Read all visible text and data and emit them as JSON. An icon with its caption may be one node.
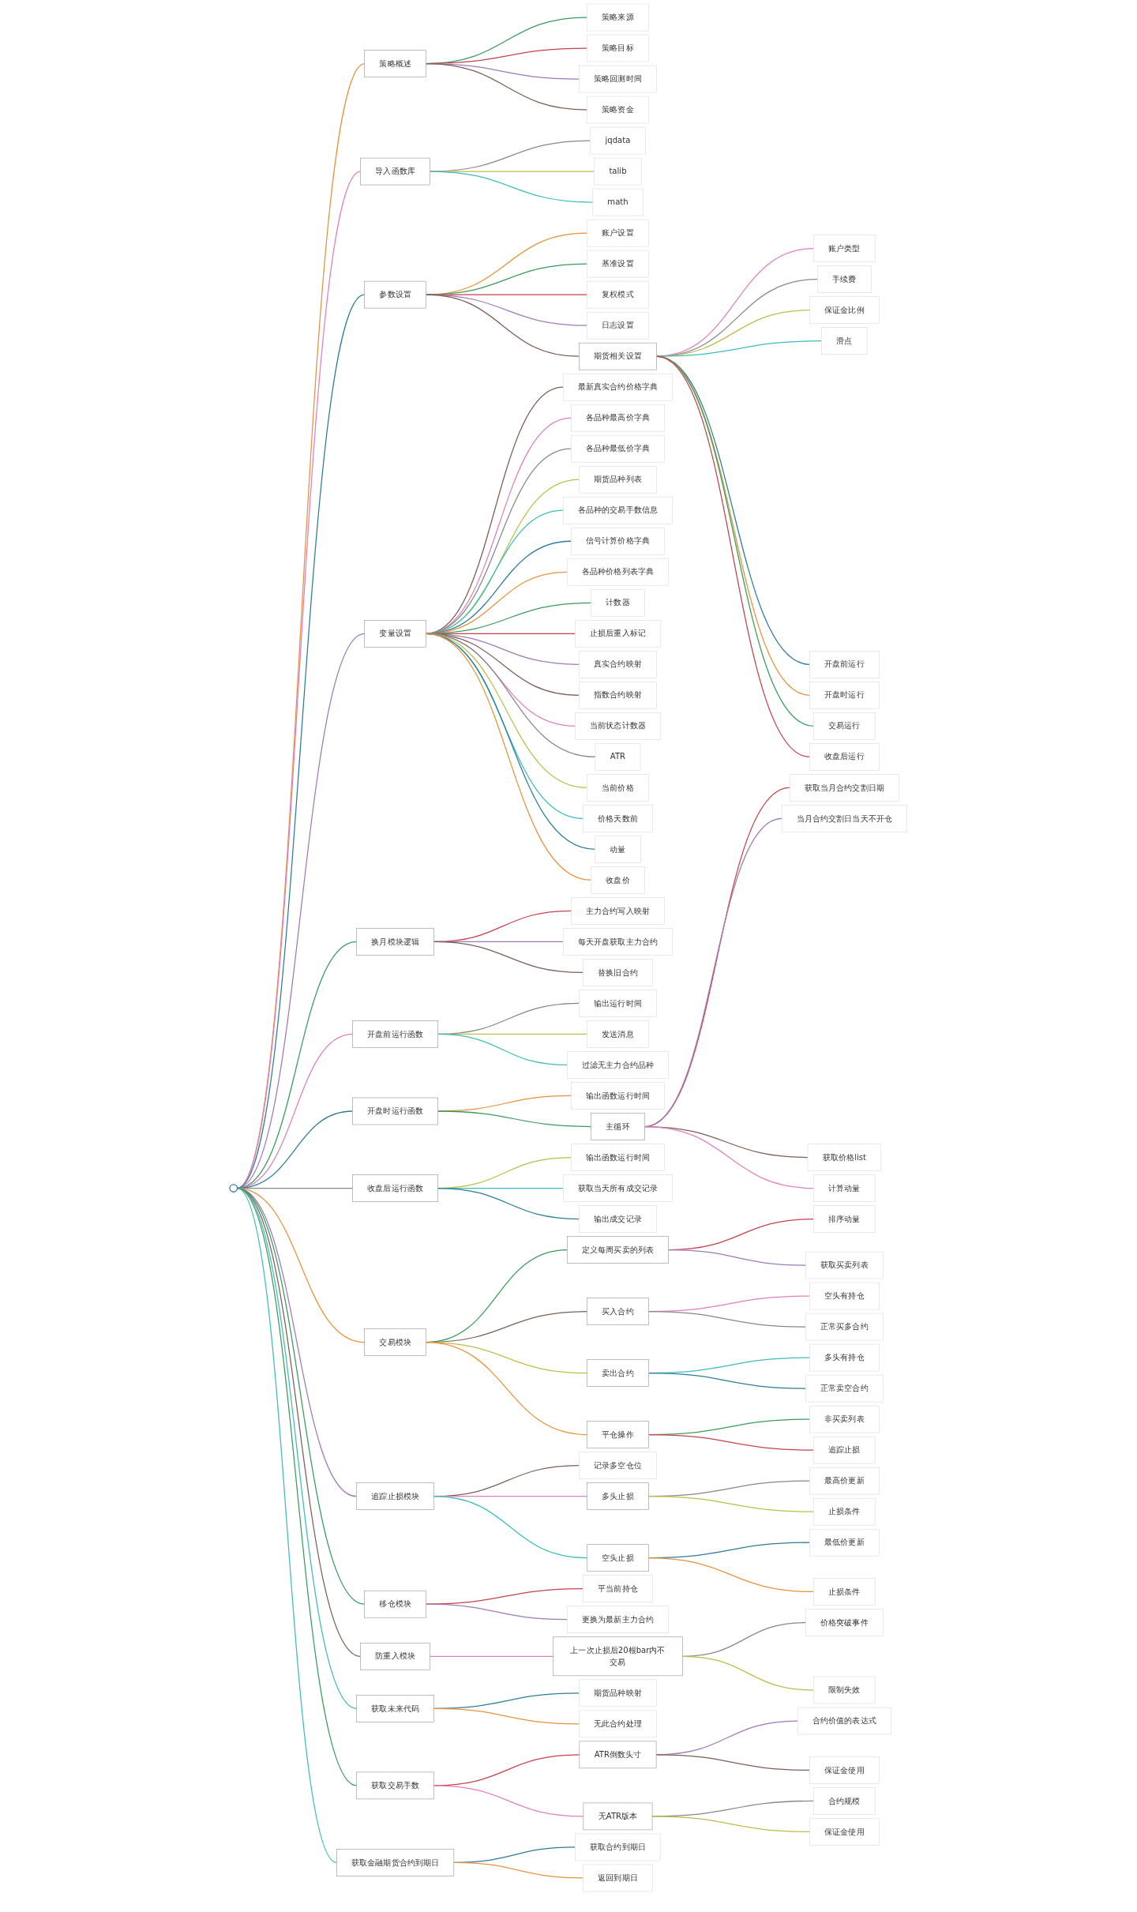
{
  "diagram": {
    "nodes": [
      {
        "text": [],
        "shape": "circle"
      },
      {
        "text": [
          "策略概述"
        ]
      },
      {
        "text": [
          "策略来源"
        ]
      },
      {
        "text": [
          "策略目标"
        ]
      },
      {
        "text": [
          "策略回测时间"
        ]
      },
      {
        "text": [
          "策略资金"
        ]
      },
      {
        "text": [
          "导入函数库"
        ]
      },
      {
        "text": [
          "jqdata"
        ]
      },
      {
        "text": [
          "talib"
        ]
      },
      {
        "text": [
          "math"
        ]
      },
      {
        "text": [
          "参数设置"
        ]
      },
      {
        "text": [
          "账户设置"
        ]
      },
      {
        "text": [
          "基准设置"
        ]
      },
      {
        "text": [
          "复权模式"
        ]
      },
      {
        "text": [
          "日志设置"
        ]
      },
      {
        "text": [
          "期货相关设置"
        ]
      },
      {
        "text": [
          "账户类型"
        ]
      },
      {
        "text": [
          "手续费"
        ]
      },
      {
        "text": [
          "保证金比例"
        ]
      },
      {
        "text": [
          "滑点"
        ]
      },
      {
        "text": [
          "开盘前运行"
        ]
      },
      {
        "text": [
          "开盘时运行"
        ]
      },
      {
        "text": [
          "交易运行"
        ]
      },
      {
        "text": [
          "收盘后运行"
        ]
      },
      {
        "text": [
          "变量设置"
        ]
      },
      {
        "text": [
          "最新真实合约价格字典"
        ]
      },
      {
        "text": [
          "各品种最高价字典"
        ]
      },
      {
        "text": [
          "各品种最低价字典"
        ]
      },
      {
        "text": [
          "期货品种列表"
        ]
      },
      {
        "text": [
          "各品种的交易手数信息"
        ]
      },
      {
        "text": [
          "信号计算价格字典"
        ]
      },
      {
        "text": [
          "各品种价格列表字典"
        ]
      },
      {
        "text": [
          "计数器"
        ]
      },
      {
        "text": [
          "止损后重入标记"
        ]
      },
      {
        "text": [
          "真实合约映射"
        ]
      },
      {
        "text": [
          "指数合约映射"
        ]
      },
      {
        "text": [
          "当前状态计数器"
        ]
      },
      {
        "text": [
          "ATR"
        ]
      },
      {
        "text": [
          "当前价格"
        ]
      },
      {
        "text": [
          "价格天数前"
        ]
      },
      {
        "text": [
          "动量"
        ]
      },
      {
        "text": [
          "收盘价"
        ]
      },
      {
        "text": [
          "换月模块逻辑"
        ]
      },
      {
        "text": [
          "主力合约写入映射"
        ]
      },
      {
        "text": [
          "每天开盘获取主力合约"
        ]
      },
      {
        "text": [
          "替换旧合约"
        ]
      },
      {
        "text": [
          "开盘前运行函数"
        ]
      },
      {
        "text": [
          "输出运行时间"
        ]
      },
      {
        "text": [
          "发送消息"
        ]
      },
      {
        "text": [
          "过滤无主力合约品种"
        ]
      },
      {
        "text": [
          "开盘时运行函数"
        ]
      },
      {
        "text": [
          "输出函数运行时间"
        ]
      },
      {
        "text": [
          "主循环"
        ]
      },
      {
        "text": [
          "获取当月合约交割日期"
        ]
      },
      {
        "text": [
          "当月合约交割日当天不开仓"
        ]
      },
      {
        "text": [
          "获取价格list"
        ]
      },
      {
        "text": [
          "计算动量"
        ]
      },
      {
        "text": [
          "收盘后运行函数"
        ]
      },
      {
        "text": [
          "输出函数运行时间"
        ]
      },
      {
        "text": [
          "获取当天所有成交记录"
        ]
      },
      {
        "text": [
          "输出成交记录"
        ]
      },
      {
        "text": [
          "交易模块"
        ]
      },
      {
        "text": [
          "定义每周买卖的列表"
        ]
      },
      {
        "text": [
          "排序动量"
        ]
      },
      {
        "text": [
          "获取买卖列表"
        ]
      },
      {
        "text": [
          "买入合约"
        ]
      },
      {
        "text": [
          "空头有持仓"
        ]
      },
      {
        "text": [
          "正常买多合约"
        ]
      },
      {
        "text": [
          "卖出合约"
        ]
      },
      {
        "text": [
          "多头有持仓"
        ]
      },
      {
        "text": [
          "正常卖空合约"
        ]
      },
      {
        "text": [
          "平仓操作"
        ]
      },
      {
        "text": [
          "非买卖列表"
        ]
      },
      {
        "text": [
          "追踪止损"
        ]
      },
      {
        "text": [
          "追踪止损模块"
        ]
      },
      {
        "text": [
          "记录多空仓位"
        ]
      },
      {
        "text": [
          "多头止损"
        ]
      },
      {
        "text": [
          "最高价更新"
        ]
      },
      {
        "text": [
          "止损条件"
        ]
      },
      {
        "text": [
          "空头止损"
        ]
      },
      {
        "text": [
          "最低价更新"
        ]
      },
      {
        "text": [
          "止损条件"
        ]
      },
      {
        "text": [
          "移仓模块"
        ]
      },
      {
        "text": [
          "平当前持仓"
        ]
      },
      {
        "text": [
          "更换为最新主力合约"
        ]
      },
      {
        "text": [
          "防重入模块"
        ]
      },
      {
        "text": [
          "上一次止损后20根bar内不交易"
        ]
      },
      {
        "text": [
          "价格突破事件"
        ]
      },
      {
        "text": [
          "限制失效"
        ]
      },
      {
        "text": [
          "获取未来代码"
        ]
      },
      {
        "text": [
          "期货品种映射"
        ]
      },
      {
        "text": [
          "无此合约处理"
        ]
      },
      {
        "text": [
          "获取交易手数"
        ]
      },
      {
        "text": [
          "ATR倒数头寸"
        ]
      },
      {
        "text": [
          "合约价值的表达式"
        ]
      },
      {
        "text": [
          "保证金使用"
        ]
      },
      {
        "text": [
          "无ATR版本"
        ]
      },
      {
        "text": [
          "合约规模"
        ]
      },
      {
        "text": [
          "保证金使用"
        ]
      },
      {
        "text": [
          "获取金融期货合约到期日"
        ]
      },
      {
        "text": [
          "获取合约到期日"
        ]
      },
      {
        "text": [
          "返回到期日"
        ]
      }
    ],
    "edges": [
      {
        "from": 0,
        "to": 1,
        "arrow": "none",
        "color": "#e8923a"
      },
      {
        "from": 1,
        "to": 2,
        "arrow": "none",
        "color": "#3a9b5c"
      },
      {
        "from": 1,
        "to": 3,
        "arrow": "none",
        "color": "#c8414b"
      },
      {
        "from": 1,
        "to": 4,
        "arrow": "none",
        "color": "#a07ab8"
      },
      {
        "from": 1,
        "to": 5,
        "arrow": "none",
        "color": "#7d5f55"
      },
      {
        "from": 0,
        "to": 6,
        "arrow": "none",
        "color": "#e07fc0"
      },
      {
        "from": 6,
        "to": 7,
        "arrow": "none",
        "color": "#888888"
      },
      {
        "from": 6,
        "to": 8,
        "arrow": "none",
        "color": "#bdbd4a"
      },
      {
        "from": 6,
        "to": 9,
        "arrow": "none",
        "color": "#3bbdc0"
      },
      {
        "from": 0,
        "to": 10,
        "arrow": "none",
        "color": "#2d7d9a"
      },
      {
        "from": 10,
        "to": 11,
        "arrow": "none",
        "color": "#e8923a"
      },
      {
        "from": 10,
        "to": 12,
        "arrow": "none",
        "color": "#3a9b5c"
      },
      {
        "from": 10,
        "to": 13,
        "arrow": "none",
        "color": "#c8414b"
      },
      {
        "from": 10,
        "to": 14,
        "arrow": "none",
        "color": "#a07ab8"
      },
      {
        "from": 10,
        "to": 15,
        "arrow": "none",
        "color": "#7d5f55"
      },
      {
        "from": 15,
        "to": 16,
        "arrow": "none",
        "color": "#e07fc0"
      },
      {
        "from": 15,
        "to": 17,
        "arrow": "none",
        "color": "#888888"
      },
      {
        "from": 15,
        "to": 18,
        "arrow": "none",
        "color": "#bdbd4a"
      },
      {
        "from": 15,
        "to": 19,
        "arrow": "none",
        "color": "#3bbdc0"
      },
      {
        "from": 15,
        "to": 20,
        "arrow": "none",
        "color": "#2d7d9a"
      },
      {
        "from": 15,
        "to": 21,
        "arrow": "none",
        "color": "#e8923a"
      },
      {
        "from": 15,
        "to": 22,
        "arrow": "none",
        "color": "#3a9b5c"
      },
      {
        "from": 15,
        "to": 23,
        "arrow": "none",
        "color": "#c8414b"
      },
      {
        "from": 0,
        "to": 24,
        "arrow": "none",
        "color": "#a07ab8"
      },
      {
        "from": 24,
        "to": 25,
        "arrow": "none",
        "color": "#7d5f55"
      },
      {
        "from": 24,
        "to": 26,
        "arrow": "none",
        "color": "#e07fc0"
      },
      {
        "from": 24,
        "to": 27,
        "arrow": "none",
        "color": "#888888"
      },
      {
        "from": 24,
        "to": 28,
        "arrow": "none",
        "color": "#bdbd4a"
      },
      {
        "from": 24,
        "to": 29,
        "arrow": "none",
        "color": "#3bbdc0"
      },
      {
        "from": 24,
        "to": 30,
        "arrow": "none",
        "color": "#2d7d9a"
      },
      {
        "from": 24,
        "to": 31,
        "arrow": "none",
        "color": "#e8923a"
      },
      {
        "from": 24,
        "to": 32,
        "arrow": "none",
        "color": "#3a9b5c"
      },
      {
        "from": 24,
        "to": 33,
        "arrow": "none",
        "color": "#c8414b"
      },
      {
        "from": 24,
        "to": 34,
        "arrow": "none",
        "color": "#a07ab8"
      },
      {
        "from": 24,
        "to": 35,
        "arrow": "none",
        "color": "#7d5f55"
      },
      {
        "from": 24,
        "to": 36,
        "arrow": "none",
        "color": "#e07fc0"
      },
      {
        "from": 24,
        "to": 37,
        "arrow": "none",
        "color": "#888888"
      },
      {
        "from": 24,
        "to": 38,
        "arrow": "none",
        "color": "#bdbd4a"
      },
      {
        "from": 24,
        "to": 39,
        "arrow": "none",
        "color": "#3bbdc0"
      },
      {
        "from": 24,
        "to": 40,
        "arrow": "none",
        "color": "#2d7d9a"
      },
      {
        "from": 24,
        "to": 41,
        "arrow": "none",
        "color": "#e8923a"
      },
      {
        "from": 0,
        "to": 42,
        "arrow": "none",
        "color": "#3a9b5c"
      },
      {
        "from": 42,
        "to": 43,
        "arrow": "none",
        "color": "#c8414b"
      },
      {
        "from": 42,
        "to": 44,
        "arrow": "none",
        "color": "#a07ab8"
      },
      {
        "from": 42,
        "to": 45,
        "arrow": "none",
        "color": "#7d5f55"
      },
      {
        "from": 0,
        "to": 46,
        "arrow": "none",
        "color": "#e07fc0"
      },
      {
        "from": 46,
        "to": 47,
        "arrow": "none",
        "color": "#888888"
      },
      {
        "from": 46,
        "to": 48,
        "arrow": "none",
        "color": "#bdbd4a"
      },
      {
        "from": 46,
        "to": 49,
        "arrow": "none",
        "color": "#3bbdc0"
      },
      {
        "from": 0,
        "to": 50,
        "arrow": "none",
        "color": "#2d7d9a"
      },
      {
        "from": 50,
        "to": 51,
        "arrow": "none",
        "color": "#e8923a"
      },
      {
        "from": 50,
        "to": 52,
        "arrow": "none",
        "color": "#3a9b5c"
      },
      {
        "from": 52,
        "to": 53,
        "arrow": "none",
        "color": "#c8414b"
      },
      {
        "from": 52,
        "to": 54,
        "arrow": "none",
        "color": "#a07ab8"
      },
      {
        "from": 52,
        "to": 55,
        "arrow": "none",
        "color": "#7d5f55"
      },
      {
        "from": 52,
        "to": 56,
        "arrow": "none",
        "color": "#e07fc0"
      },
      {
        "from": 0,
        "to": 57,
        "arrow": "none",
        "color": "#888888"
      },
      {
        "from": 57,
        "to": 58,
        "arrow": "none",
        "color": "#bdbd4a"
      },
      {
        "from": 57,
        "to": 59,
        "arrow": "none",
        "color": "#3bbdc0"
      },
      {
        "from": 57,
        "to": 60,
        "arrow": "none",
        "color": "#2d7d9a"
      },
      {
        "from": 0,
        "to": 61,
        "arrow": "none",
        "color": "#e8923a"
      },
      {
        "from": 61,
        "to": 62,
        "arrow": "none",
        "color": "#3a9b5c"
      },
      {
        "from": 62,
        "to": 63,
        "arrow": "none",
        "color": "#c8414b"
      },
      {
        "from": 62,
        "to": 64,
        "arrow": "none",
        "color": "#a07ab8"
      },
      {
        "from": 61,
        "to": 65,
        "arrow": "none",
        "color": "#7d5f55"
      },
      {
        "from": 65,
        "to": 66,
        "arrow": "none",
        "color": "#e07fc0"
      },
      {
        "from": 65,
        "to": 67,
        "arrow": "none",
        "color": "#888888"
      },
      {
        "from": 61,
        "to": 68,
        "arrow": "none",
        "color": "#bdbd4a"
      },
      {
        "from": 68,
        "to": 69,
        "arrow": "none",
        "color": "#3bbdc0"
      },
      {
        "from": 68,
        "to": 70,
        "arrow": "none",
        "color": "#2d7d9a"
      },
      {
        "from": 61,
        "to": 71,
        "arrow": "none",
        "color": "#e8923a"
      },
      {
        "from": 71,
        "to": 72,
        "arrow": "none",
        "color": "#3a9b5c"
      },
      {
        "from": 71,
        "to": 73,
        "arrow": "none",
        "color": "#c8414b"
      },
      {
        "from": 0,
        "to": 74,
        "arrow": "none",
        "color": "#a07ab8"
      },
      {
        "from": 74,
        "to": 75,
        "arrow": "none",
        "color": "#7d5f55"
      },
      {
        "from": 74,
        "to": 76,
        "arrow": "none",
        "color": "#e07fc0"
      },
      {
        "from": 76,
        "to": 77,
        "arrow": "none",
        "color": "#888888"
      },
      {
        "from": 76,
        "to": 78,
        "arrow": "none",
        "color": "#bdbd4a"
      },
      {
        "from": 74,
        "to": 79,
        "arrow": "none",
        "color": "#3bbdc0"
      },
      {
        "from": 79,
        "to": 80,
        "arrow": "none",
        "color": "#2d7d9a"
      },
      {
        "from": 79,
        "to": 81,
        "arrow": "none",
        "color": "#e8923a"
      },
      {
        "from": 0,
        "to": 82,
        "arrow": "none",
        "color": "#3a9b5c"
      },
      {
        "from": 82,
        "to": 83,
        "arrow": "none",
        "color": "#c8414b"
      },
      {
        "from": 82,
        "to": 84,
        "arrow": "none",
        "color": "#a07ab8"
      },
      {
        "from": 0,
        "to": 85,
        "arrow": "none",
        "color": "#7d5f55"
      },
      {
        "from": 85,
        "to": 86,
        "arrow": "none",
        "color": "#e07fc0"
      },
      {
        "from": 86,
        "to": 87,
        "arrow": "none",
        "color": "#888888"
      },
      {
        "from": 86,
        "to": 88,
        "arrow": "none",
        "color": "#bdbd4a"
      },
      {
        "from": 0,
        "to": 89,
        "arrow": "none",
        "color": "#3bbdc0"
      },
      {
        "from": 89,
        "to": 90,
        "arrow": "none",
        "color": "#2d7d9a"
      },
      {
        "from": 89,
        "to": 91,
        "arrow": "none",
        "color": "#e8923a"
      },
      {
        "from": 0,
        "to": 92,
        "arrow": "none",
        "color": "#3a9b5c"
      },
      {
        "from": 92,
        "to": 93,
        "arrow": "none",
        "color": "#c8414b"
      },
      {
        "from": 93,
        "to": 94,
        "arrow": "none",
        "color": "#a07ab8"
      },
      {
        "from": 93,
        "to": 95,
        "arrow": "none",
        "color": "#7d5f55"
      },
      {
        "from": 92,
        "to": 96,
        "arrow": "none",
        "color": "#e07fc0"
      },
      {
        "from": 96,
        "to": 97,
        "arrow": "none",
        "color": "#888888"
      },
      {
        "from": 96,
        "to": 98,
        "arrow": "none",
        "color": "#bdbd4a"
      },
      {
        "from": 0,
        "to": 99,
        "arrow": "none",
        "color": "#3bbdc0"
      },
      {
        "from": 99,
        "to": 100,
        "arrow": "none",
        "color": "#2d7d9a"
      },
      {
        "from": 99,
        "to": 101,
        "arrow": "none",
        "color": "#e8923a"
      }
    ]
  }
}
